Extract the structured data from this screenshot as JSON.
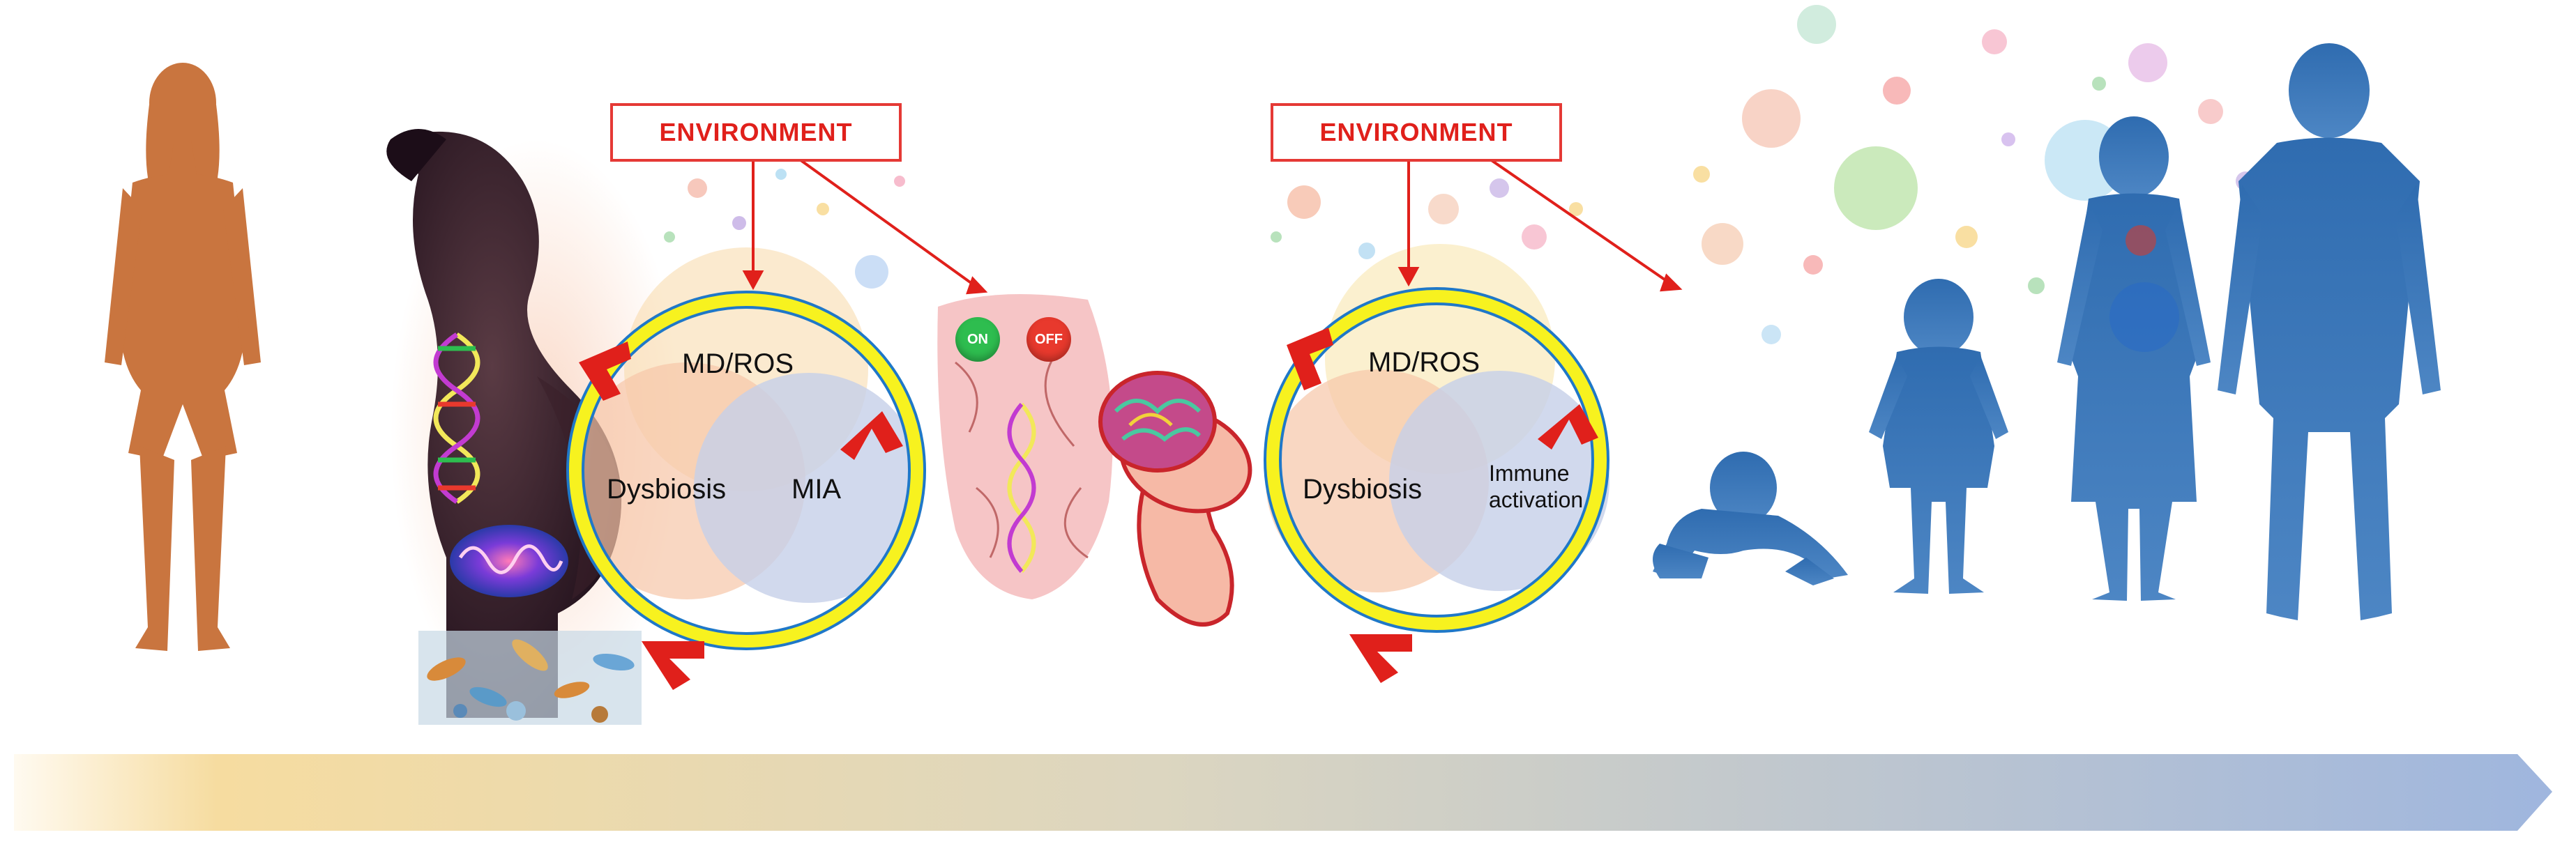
{
  "environment_labels": [
    "ENVIRONMENT",
    "ENVIRONMENT"
  ],
  "cycle_prenatal": {
    "top": "MD/ROS",
    "left": "Dysbiosis",
    "right": "MIA"
  },
  "cycle_postnatal": {
    "top": "MD/ROS",
    "left": "Dysbiosis",
    "right": "Immune activation"
  },
  "switches": {
    "on": "ON",
    "off": "OFF"
  },
  "colors": {
    "arrow_red": "#e0201b",
    "ring_yellow": "#f7f21f",
    "ring_blue": "#1f78c8",
    "woman_silhouette": "#c9753f",
    "child_silhouette": "#3a72b0",
    "timeline_start": "#f6dca0",
    "timeline_end": "#9fb6de"
  },
  "icons": [
    "woman-silhouette-icon",
    "pregnant-woman-icon",
    "dna-icon",
    "mitochondrion-icon",
    "gut-microbiota-icon",
    "placenta-icon",
    "fetus-icon",
    "brain-icon",
    "crawling-baby-icon",
    "toddler-icon",
    "boy-icon",
    "man-icon",
    "timeline-arrow-icon"
  ]
}
